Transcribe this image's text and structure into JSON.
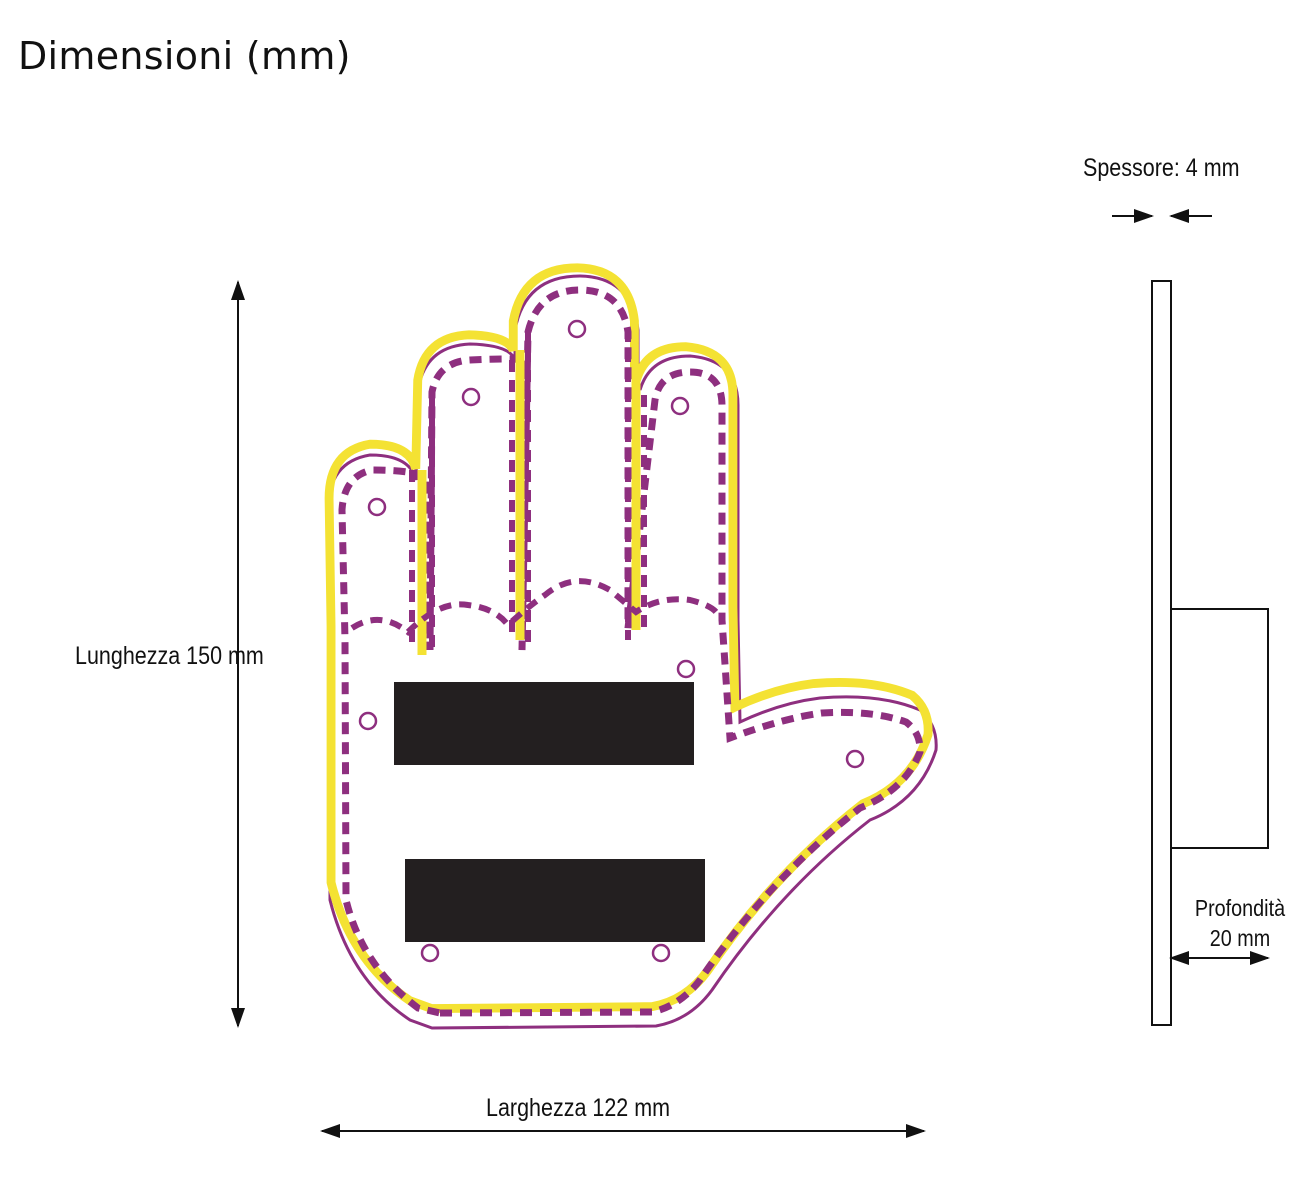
{
  "title": "Dimensioni (mm)",
  "labels": {
    "length": "Lunghezza 150 mm",
    "width": "Larghezza 122 mm",
    "thickness": "Spessore: 4 mm",
    "depth_line1": "Profondità",
    "depth_line2": "20 mm"
  },
  "colors": {
    "outline": "#8e2f7f",
    "led_strip": "#f4e233",
    "dash": "#8e2f7f",
    "pad": "#231f20",
    "line": "#111111"
  }
}
